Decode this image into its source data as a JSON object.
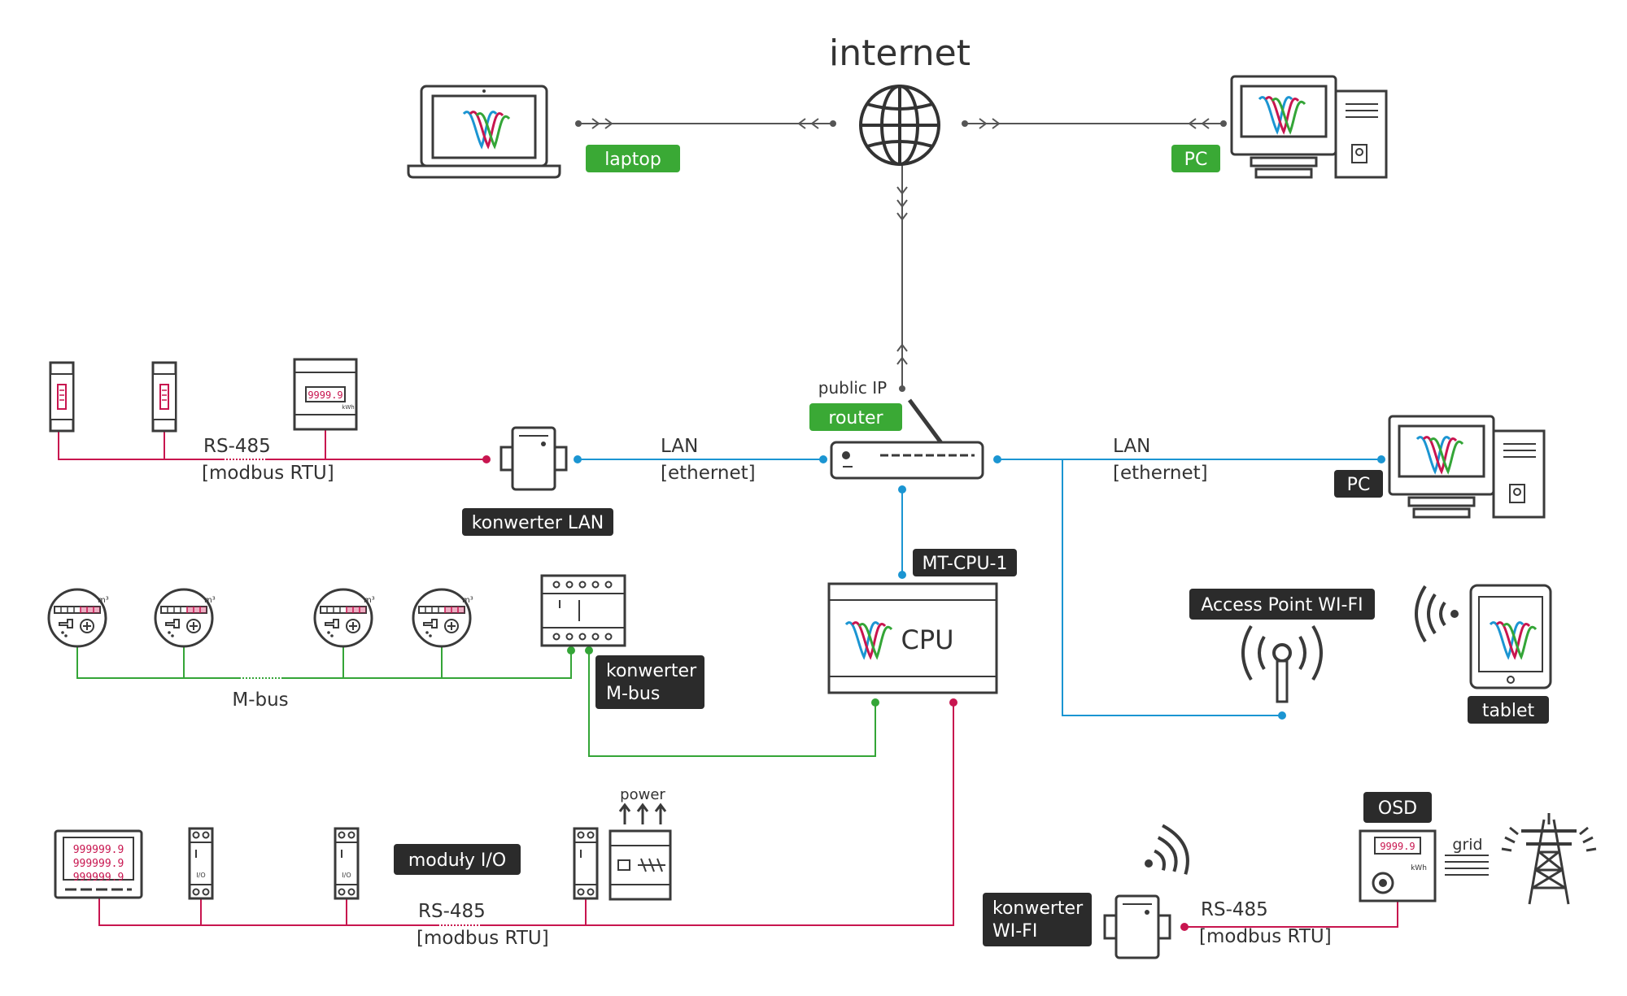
{
  "colors": {
    "rs485": "#c8154f",
    "lan": "#1b95d2",
    "mbus": "#34a537",
    "internet_line": "#555555",
    "green_label": "#3aa935",
    "dark_label": "#2b2b2b",
    "device_stroke": "#3a3a3a"
  },
  "internet": {
    "title": "internet",
    "laptop_label": "laptop",
    "pc_label": "PC"
  },
  "router": {
    "public_ip": "public IP",
    "label": "router"
  },
  "lan_left": {
    "line1": "LAN",
    "line2": "[ethernet]"
  },
  "lan_right": {
    "line1": "LAN",
    "line2": "[ethernet]"
  },
  "rs485_top": {
    "line1": "RS-485",
    "line2": "[modbus RTU]"
  },
  "meter_top": {
    "display": "9999.9",
    "unit": "kWh"
  },
  "konwerter_lan": "konwerter LAN",
  "pc_right_label": "PC",
  "mt_cpu": "MT-CPU-1",
  "cpu_text": "CPU",
  "access_point": "Access Point WI-FI",
  "tablet": "tablet",
  "mbus": {
    "label": "M-bus",
    "konwerter_line1": "konwerter",
    "konwerter_line2": "M-bus",
    "water_unit": "m³"
  },
  "io": {
    "label": "moduły I/O",
    "power": "power",
    "module_text": "I/O",
    "multimeter_rows": [
      "999999.9",
      "999999.9",
      "999999.9"
    ]
  },
  "rs485_bottom": {
    "line1": "RS-485",
    "line2": "[modbus RTU]"
  },
  "wifi_konwerter": {
    "line1": "konwerter",
    "line2": "WI-FI"
  },
  "rs485_osd": {
    "line1": "RS-485",
    "line2": "[modbus RTU]"
  },
  "osd": {
    "label": "OSD",
    "grid": "grid",
    "display": "9999.9",
    "unit": "kWh"
  }
}
